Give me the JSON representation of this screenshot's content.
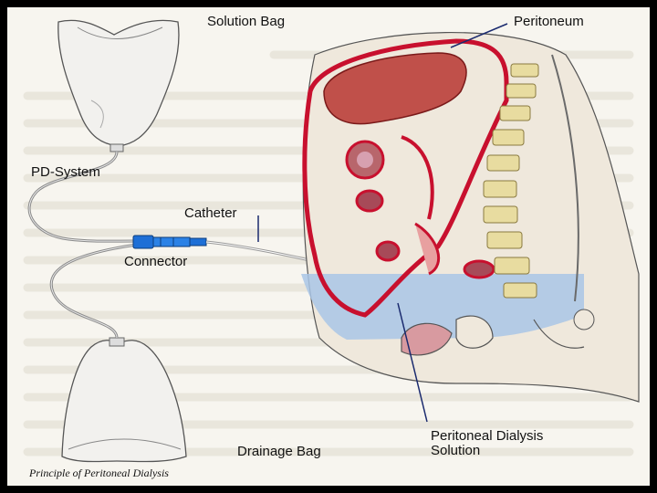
{
  "labels": {
    "solution_bag": "Solution Bag",
    "peritoneum": "Peritoneum",
    "pd_system": "PD-System",
    "catheter": "Catheter",
    "connector": "Connector",
    "pd_solution_line1": "Peritoneal Dialysis",
    "pd_solution_line2": "Solution",
    "drainage_bag": "Drainage Bag"
  },
  "caption": "Principle of Peritoneal Dialysis",
  "colors": {
    "frame": "#000000",
    "background": "#f7f5ef",
    "peritoneum": "#c8102e",
    "organ": "#c0504a",
    "solution": "#a9c6e6",
    "spine": "#e8dca0",
    "connector": "#1e6fd6",
    "leader": "#1a2a6e"
  }
}
